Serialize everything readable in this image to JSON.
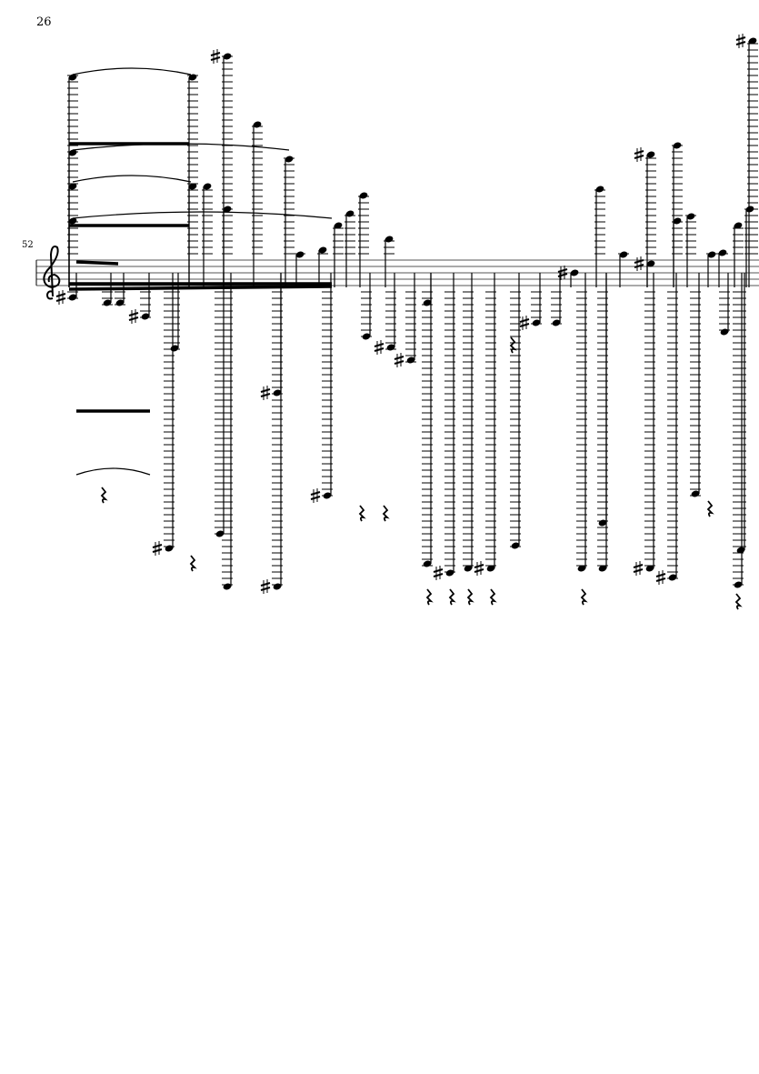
{
  "page": {
    "number": "26"
  },
  "system": {
    "measure_number": "52",
    "clef": "treble"
  },
  "colors": {
    "ink": "#000000",
    "paper": "#ffffff"
  }
}
